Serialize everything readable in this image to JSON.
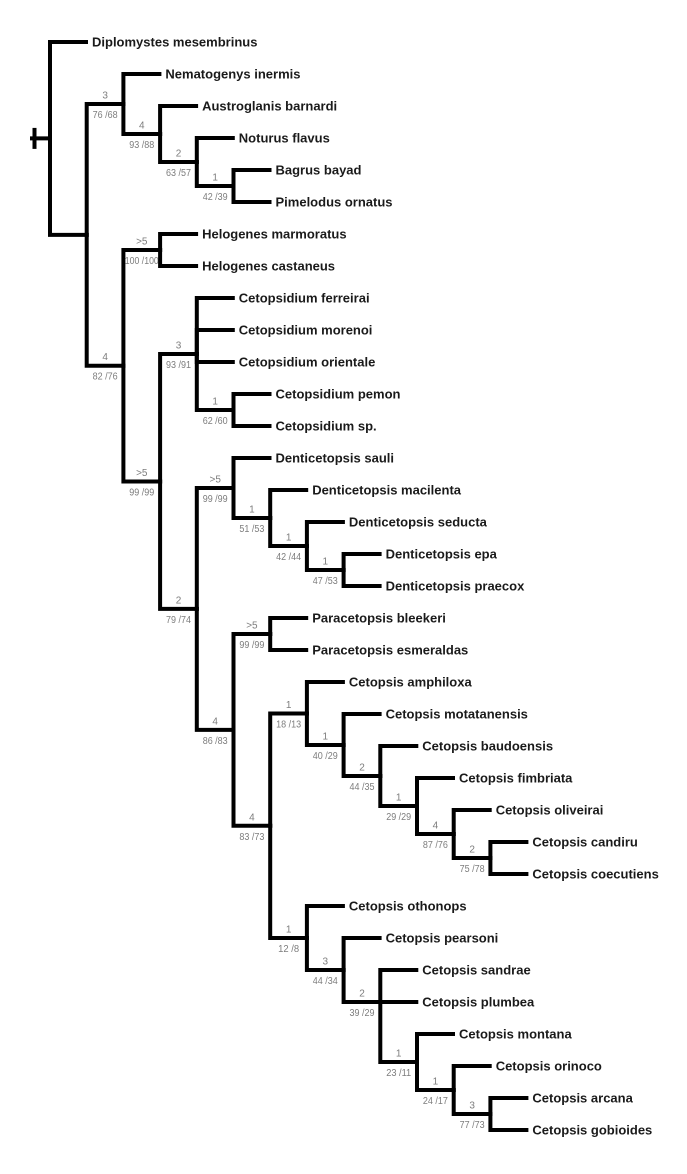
{
  "figure": {
    "type": "cladogram",
    "background_color": "#ffffff",
    "branch_color": "#000000",
    "taxon_label_color": "#1a1a1a",
    "support_label_color": "#7d7d7d",
    "support_format": "decay index above branch, bootstrap values below branch"
  },
  "tree": {
    "children": [
      {
        "name": "Diplomystes mesembrinus"
      },
      {
        "children": [
          {
            "decay": "3",
            "boot": "76 /68",
            "children": [
              {
                "name": "Nematogenys inermis"
              },
              {
                "decay": "4",
                "boot": "93 /88",
                "children": [
                  {
                    "name": "Austroglanis barnardi"
                  },
                  {
                    "decay": "2",
                    "boot": "63 /57",
                    "children": [
                      {
                        "name": "Noturus flavus"
                      },
                      {
                        "decay": "1",
                        "boot": "42 /39",
                        "children": [
                          {
                            "name": "Bagrus bayad"
                          },
                          {
                            "name": "Pimelodus ornatus"
                          }
                        ]
                      }
                    ]
                  }
                ]
              }
            ]
          },
          {
            "decay": "4",
            "boot": "82 /76",
            "children": [
              {
                "decay": ">5",
                "boot": "100 /100",
                "children": [
                  {
                    "name": "Helogenes marmoratus"
                  },
                  {
                    "name": "Helogenes castaneus"
                  }
                ]
              },
              {
                "decay": ">5",
                "boot": "99 /99",
                "children": [
                  {
                    "decay": "3",
                    "boot": "93 /91",
                    "children": [
                      {
                        "name": "Cetopsidium ferreirai"
                      },
                      {
                        "name": "Cetopsidium morenoi"
                      },
                      {
                        "name": "Cetopsidium orientale"
                      },
                      {
                        "decay": "1",
                        "boot": "62 /60",
                        "children": [
                          {
                            "name": "Cetopsidium pemon"
                          },
                          {
                            "name": "Cetopsidium sp."
                          }
                        ]
                      }
                    ]
                  },
                  {
                    "decay": "2",
                    "boot": "79 /74",
                    "children": [
                      {
                        "decay": ">5",
                        "boot": "99 /99",
                        "children": [
                          {
                            "name": "Denticetopsis sauli"
                          },
                          {
                            "decay": "1",
                            "boot": "51 /53",
                            "children": [
                              {
                                "name": "Denticetopsis macilenta"
                              },
                              {
                                "decay": "1",
                                "boot": "42 /44",
                                "children": [
                                  {
                                    "name": "Denticetopsis seducta"
                                  },
                                  {
                                    "decay": "1",
                                    "boot": "47 /53",
                                    "children": [
                                      {
                                        "name": "Denticetopsis epa"
                                      },
                                      {
                                        "name": "Denticetopsis praecox"
                                      }
                                    ]
                                  }
                                ]
                              }
                            ]
                          }
                        ]
                      },
                      {
                        "decay": "4",
                        "boot": "86 /83",
                        "children": [
                          {
                            "decay": ">5",
                            "boot": "99 /99",
                            "children": [
                              {
                                "name": "Paracetopsis bleekeri"
                              },
                              {
                                "name": "Paracetopsis esmeraldas"
                              }
                            ]
                          },
                          {
                            "decay": "4",
                            "boot": "83 /73",
                            "children": [
                              {
                                "decay": "1",
                                "boot": "18 /13",
                                "children": [
                                  {
                                    "name": "Cetopsis amphiloxa"
                                  },
                                  {
                                    "decay": "1",
                                    "boot": "40 /29",
                                    "children": [
                                      {
                                        "name": "Cetopsis motatanensis"
                                      },
                                      {
                                        "decay": "2",
                                        "boot": "44 /35",
                                        "children": [
                                          {
                                            "name": "Cetopsis baudoensis"
                                          },
                                          {
                                            "decay": "1",
                                            "boot": "29 /29",
                                            "children": [
                                              {
                                                "name": "Cetopsis fimbriata"
                                              },
                                              {
                                                "decay": "4",
                                                "boot": "87 /76",
                                                "children": [
                                                  {
                                                    "name": "Cetopsis oliveirai"
                                                  },
                                                  {
                                                    "decay": "2",
                                                    "boot": "75 /78",
                                                    "children": [
                                                      {
                                                        "name": "Cetopsis candiru"
                                                      },
                                                      {
                                                        "name": "Cetopsis coecutiens"
                                                      }
                                                    ]
                                                  }
                                                ]
                                              }
                                            ]
                                          }
                                        ]
                                      }
                                    ]
                                  }
                                ]
                              },
                              {
                                "decay": "1",
                                "boot": "12 /8",
                                "children": [
                                  {
                                    "name": "Cetopsis othonops"
                                  },
                                  {
                                    "decay": "3",
                                    "boot": "44 /34",
                                    "children": [
                                      {
                                        "name": "Cetopsis pearsoni"
                                      },
                                      {
                                        "decay": "2",
                                        "boot": "39 /29",
                                        "align_child": 1,
                                        "children": [
                                          {
                                            "name": "Cetopsis sandrae"
                                          },
                                          {
                                            "name": "Cetopsis plumbea"
                                          },
                                          {
                                            "decay": "1",
                                            "boot": "23 /11",
                                            "children": [
                                              {
                                                "name": "Cetopsis montana"
                                              },
                                              {
                                                "decay": "1",
                                                "boot": "24 /17",
                                                "children": [
                                                  {
                                                    "name": "Cetopsis orinoco"
                                                  },
                                                  {
                                                    "decay": "3",
                                                    "boot": "77 /73",
                                                    "children": [
                                                      {
                                                        "name": "Cetopsis arcana"
                                                      },
                                                      {
                                                        "name": "Cetopsis gobioides"
                                                      }
                                                    ]
                                                  }
                                                ]
                                              }
                                            ]
                                          }
                                        ]
                                      }
                                    ]
                                  }
                                ]
                              }
                            ]
                          }
                        ]
                      }
                    ]
                  }
                ]
              }
            ]
          }
        ]
      }
    ]
  }
}
